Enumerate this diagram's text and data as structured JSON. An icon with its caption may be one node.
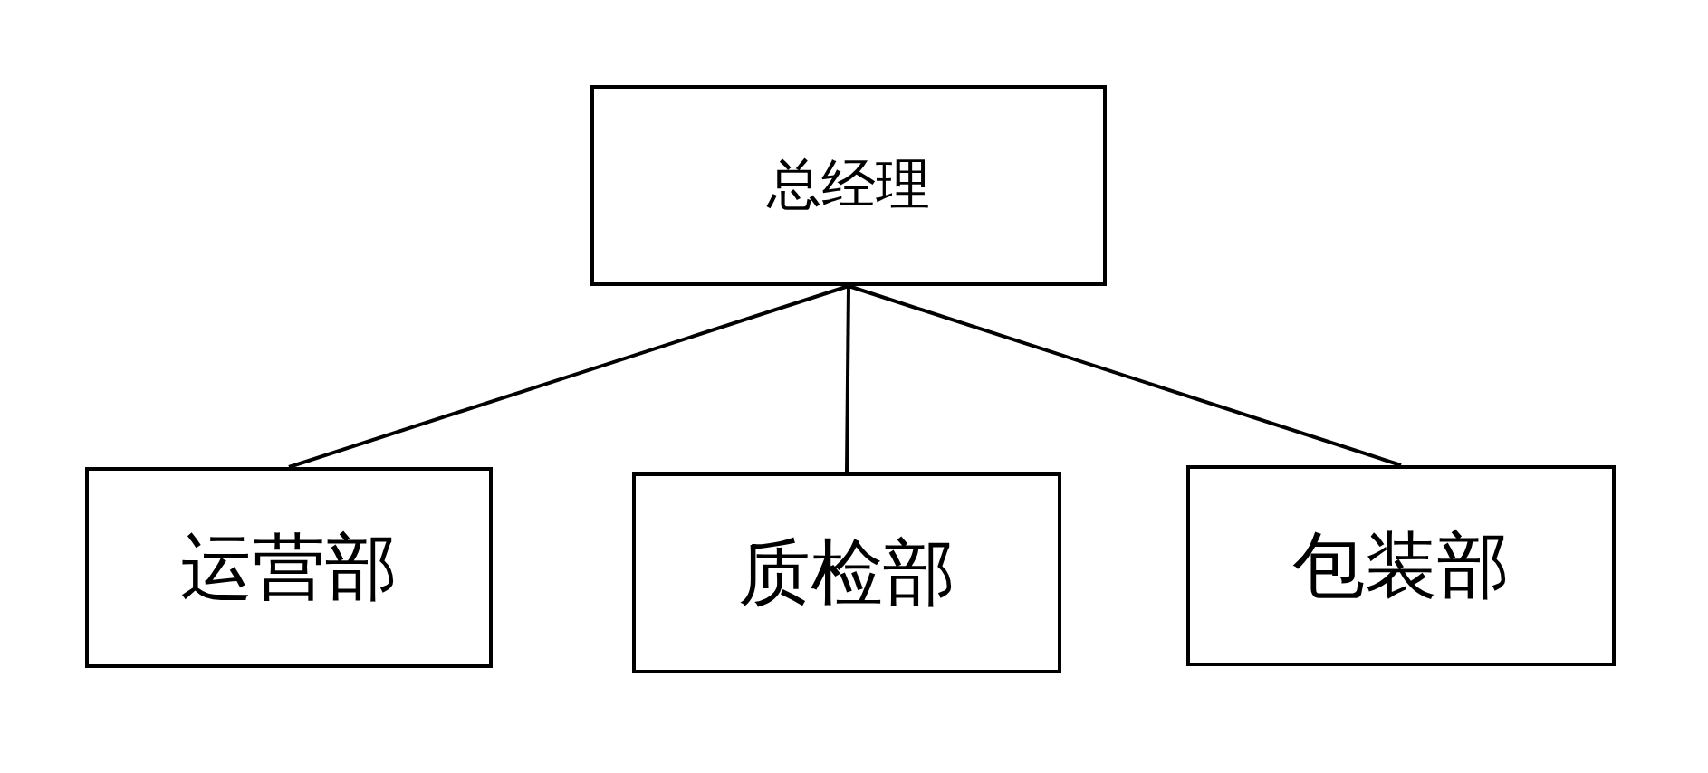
{
  "diagram": {
    "nodes": [
      {
        "text": [
          "总经理"
        ]
      },
      {
        "text": [
          "运营部"
        ]
      },
      {
        "text": [
          "质检部"
        ]
      },
      {
        "text": [
          "包装部"
        ]
      }
    ],
    "edges": [
      {
        "from": 0,
        "to": 1,
        "arrow": "none"
      },
      {
        "from": 0,
        "to": 2,
        "arrow": "none"
      },
      {
        "from": 0,
        "to": 3,
        "arrow": "none"
      }
    ]
  }
}
